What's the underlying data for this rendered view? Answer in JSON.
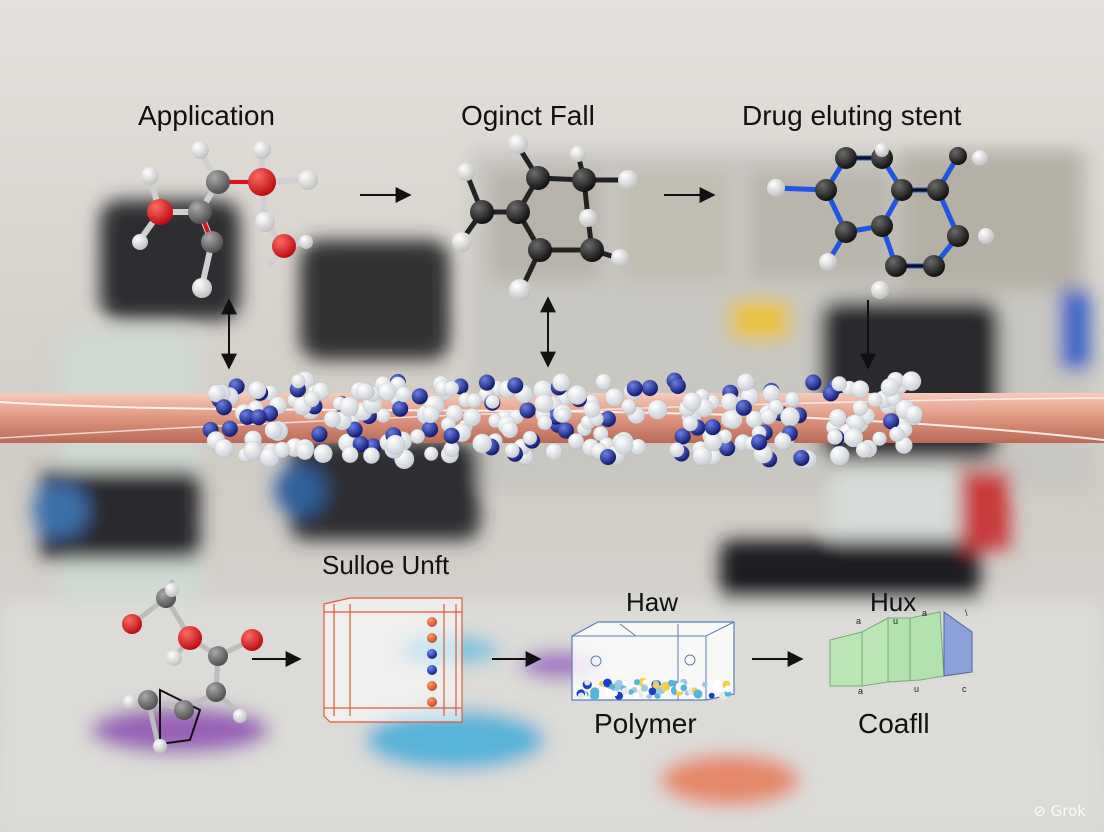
{
  "labels": {
    "application": "Application",
    "oginct_fall": "Oginct Fall",
    "drug_eluting_stent": "Drug eluting stent",
    "sulloe_unft": "Sulloe Unft",
    "haw": "Haw",
    "hux": "Hux",
    "polymer": "Polymer",
    "coafll": "Coafll"
  },
  "watermark": "Grok",
  "colors": {
    "oxygen": "#d8141a",
    "carbon": "#1c1c1c",
    "carbon_grey": "#6a6a6a",
    "hydrogen": "#f2f2f2",
    "nitrogen": "#1a3ec8",
    "bond_blue": "#1f55e0",
    "catheter": "#e09f8b",
    "coating_blue": "#14238c",
    "panel_green": "#b9e6b3",
    "panel_blue": "#8ba2d8"
  }
}
